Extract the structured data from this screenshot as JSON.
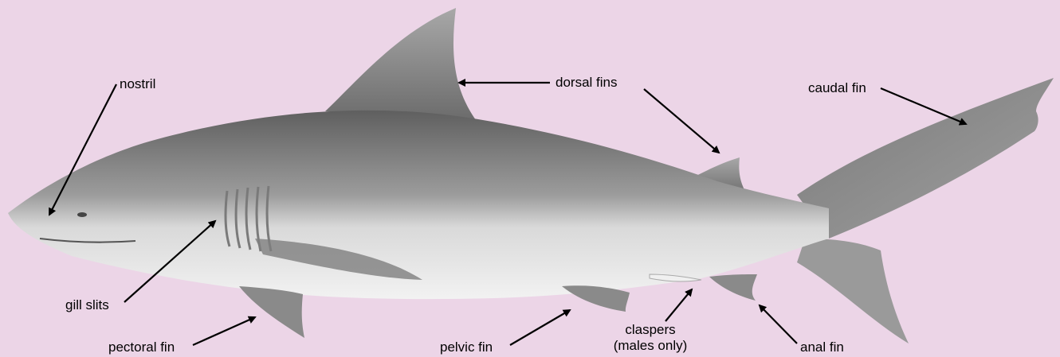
{
  "colors": {
    "background": "#ecd5e7",
    "shark_dark": "#6e6e6e",
    "shark_mid": "#9a9a9a",
    "shark_light": "#e6e6e6",
    "arrow": "#000000"
  },
  "labels": {
    "nostril": "nostril",
    "dorsal_fins": "dorsal fins",
    "caudal_fin": "caudal fin",
    "gill_slits": "gill slits",
    "pectoral_fin": "pectoral fin",
    "pelvic_fin": "pelvic fin",
    "claspers_line1": "claspers",
    "claspers_line2": "(males only)",
    "anal_fin": "anal fin"
  }
}
